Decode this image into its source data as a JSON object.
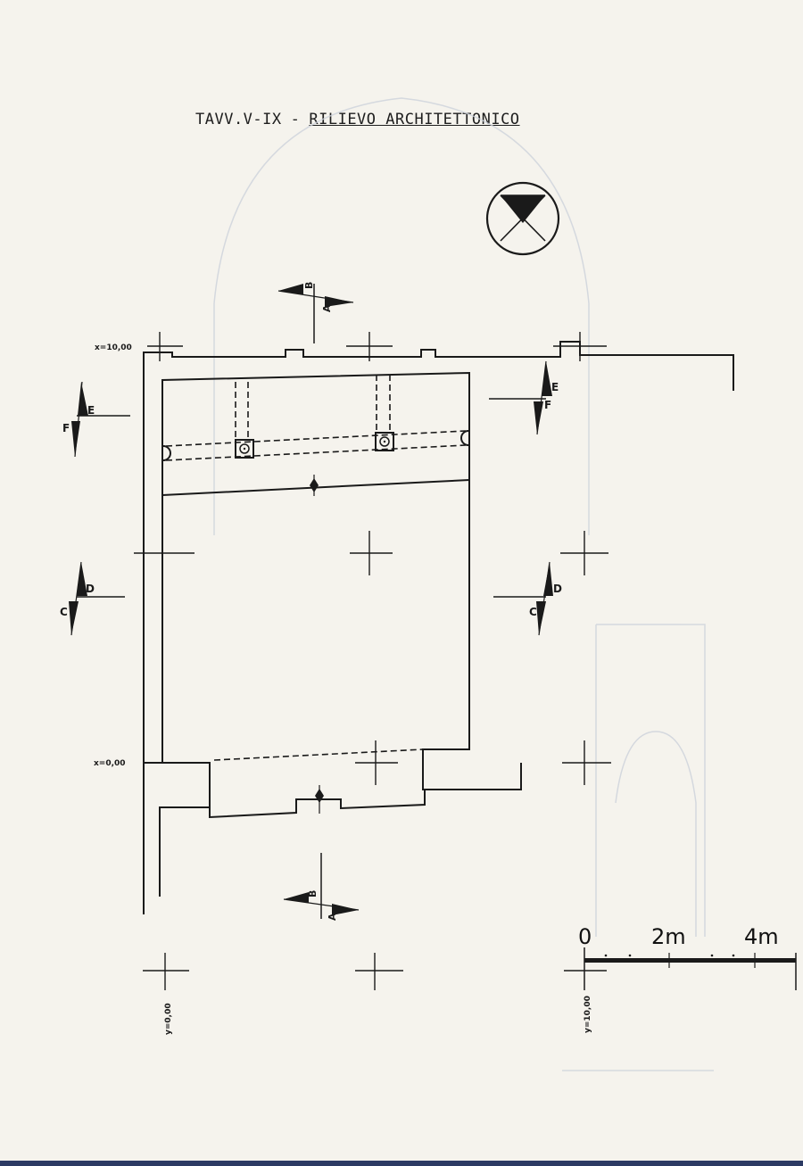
{
  "header": {
    "code": "TAVV.V-IX",
    "separator": "-",
    "title": "RILIEVO ARCHITETTONICO"
  },
  "coordinates": {
    "x_top": "x=10,00",
    "x_bottom": "x=0,00",
    "y_left": "y=0,00",
    "y_right": "y=10,00"
  },
  "sections": {
    "a": "A",
    "b": "B",
    "c": "C",
    "d": "D",
    "e": "E",
    "f": "F"
  },
  "scale": {
    "zero": "0",
    "two": "2m",
    "four": "4m"
  },
  "colors": {
    "ink": "#1a1a1a",
    "paper": "#f5f3ed",
    "ghost": "#c9ced8"
  }
}
